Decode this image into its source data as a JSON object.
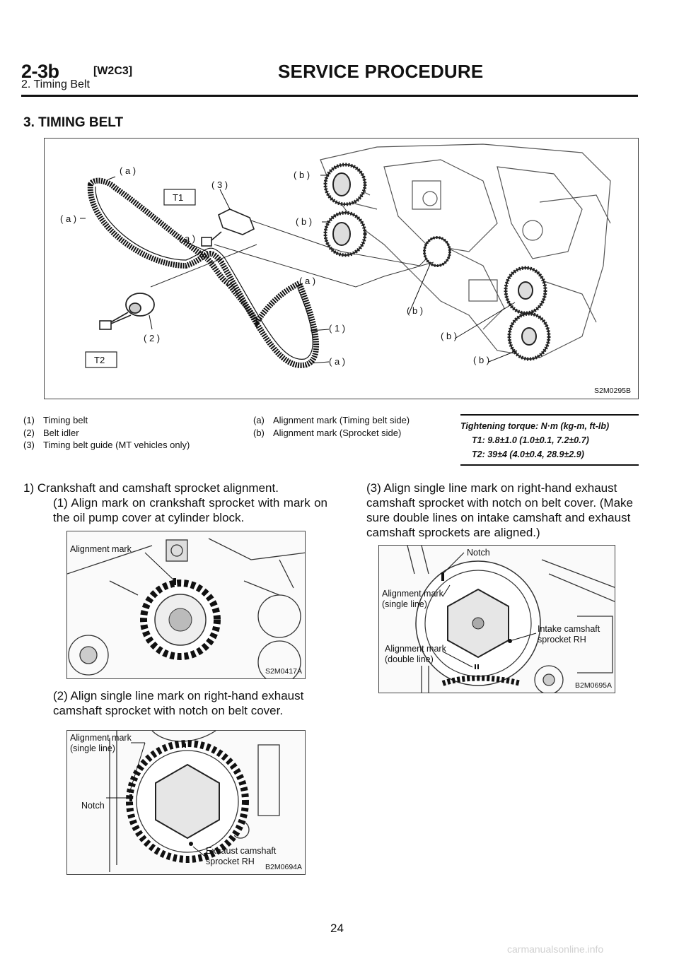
{
  "header": {
    "code": "2-3b",
    "ref": "[W2C3]",
    "title": "SERVICE PROCEDURE",
    "subtitle": "2. Timing Belt"
  },
  "section_title": "3. TIMING BELT",
  "figure_main": {
    "code": "S2M0295B",
    "labels": {
      "a": "( a )",
      "b": "( b )",
      "n1": "( 1 )",
      "n2": "( 2 )",
      "n3": "( 3 )",
      "t1": "T1",
      "t2": "T2"
    }
  },
  "captions": {
    "col1": [
      {
        "num": "(1)",
        "text": "Timing belt"
      },
      {
        "num": "(2)",
        "text": "Belt idler"
      },
      {
        "num": "(3)",
        "text": "Timing belt guide (MT vehicles only)"
      }
    ],
    "col2": [
      {
        "num": "(a)",
        "text": "Alignment mark (Timing belt side)"
      },
      {
        "num": "(b)",
        "text": "Alignment mark (Sprocket side)"
      }
    ]
  },
  "torque": {
    "heading": "Tightening torque: N·m (kg-m, ft-lb)",
    "t1": "T1: 9.8±1.0 (1.0±0.1, 7.2±0.7)",
    "t2": "T2: 39±4 (4.0±0.4, 28.9±2.9)"
  },
  "steps": {
    "s1": "1) Crankshaft and camshaft sprocket alignment.",
    "s1_1": "(1) Align mark on crankshaft sprocket with mark on the oil pump cover at cylinder block.",
    "s1_2": "(2) Align single line mark on right-hand exhaust camshaft sprocket with notch on belt cover.",
    "s1_3": "(3) Align single line mark on right-hand exhaust camshaft sprocket with notch on belt cover. (Make sure double lines on intake camshaft and exhaust camshaft sprockets are aligned.)"
  },
  "fig_crank": {
    "code": "S2M0417A",
    "label": "Alignment mark"
  },
  "fig_exhaust": {
    "code": "B2M0694A",
    "label_align": "Alignment mark",
    "label_single": "(single line)",
    "label_notch": "Notch",
    "label_sprocket1": "Exhaust camshaft",
    "label_sprocket2": "sprocket RH"
  },
  "fig_intake": {
    "code": "B2M0695A",
    "label_notch": "Notch",
    "label_align1": "Alignment mark",
    "label_single": "(single line)",
    "label_intake1": "Intake camshaft",
    "label_intake2": "sprocket RH",
    "label_align2": "Alignment mark",
    "label_double": "(double line)"
  },
  "page_number": "24",
  "footer": "carmanualsonline.info"
}
